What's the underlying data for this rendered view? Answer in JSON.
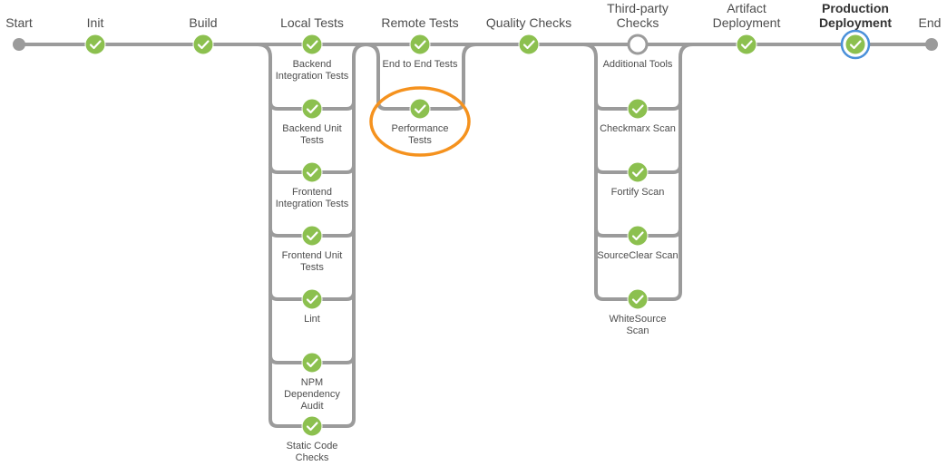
{
  "colors": {
    "line": "#9b9b9b",
    "success": "#8cc04f",
    "success_dark": "#7aad40",
    "running_ring": "#4a90d9",
    "highlight": "#f5921e",
    "terminal": "#9b9b9b"
  },
  "pipeline": {
    "start_label": "Start",
    "end_label": "End",
    "stages": [
      {
        "label": "Init",
        "status": "success"
      },
      {
        "label": "Build",
        "status": "success"
      },
      {
        "label": "Local Tests",
        "status": "success"
      },
      {
        "label": "Remote Tests",
        "status": "success"
      },
      {
        "label": "Quality Checks",
        "status": "success"
      },
      {
        "label": "Third-party\nChecks",
        "status": "not-built"
      },
      {
        "label": "Artifact\nDeployment",
        "status": "success"
      },
      {
        "label": "Production\nDeployment",
        "status": "success",
        "selected": true
      }
    ],
    "parallel_branches": {
      "local_tests": [
        {
          "label": "Backend\nIntegration Tests",
          "status": "success"
        },
        {
          "label": "Backend Unit\nTests",
          "status": "success"
        },
        {
          "label": "Frontend\nIntegration Tests",
          "status": "success"
        },
        {
          "label": "Frontend Unit\nTests",
          "status": "success"
        },
        {
          "label": "Lint",
          "status": "success"
        },
        {
          "label": "NPM\nDependency\nAudit",
          "status": "success"
        },
        {
          "label": "Static Code\nChecks",
          "status": "success"
        }
      ],
      "remote_tests": [
        {
          "label": "End to End Tests",
          "status": "success"
        },
        {
          "label": "Performance\nTests",
          "status": "success",
          "highlighted": true
        }
      ],
      "third_party_checks": [
        {
          "label": "Additional Tools",
          "status": "not-built"
        },
        {
          "label": "Checkmarx Scan",
          "status": "success"
        },
        {
          "label": "Fortify Scan",
          "status": "success"
        },
        {
          "label": "SourceClear Scan",
          "status": "success"
        },
        {
          "label": "WhiteSource\nScan",
          "status": "success"
        }
      ]
    }
  }
}
